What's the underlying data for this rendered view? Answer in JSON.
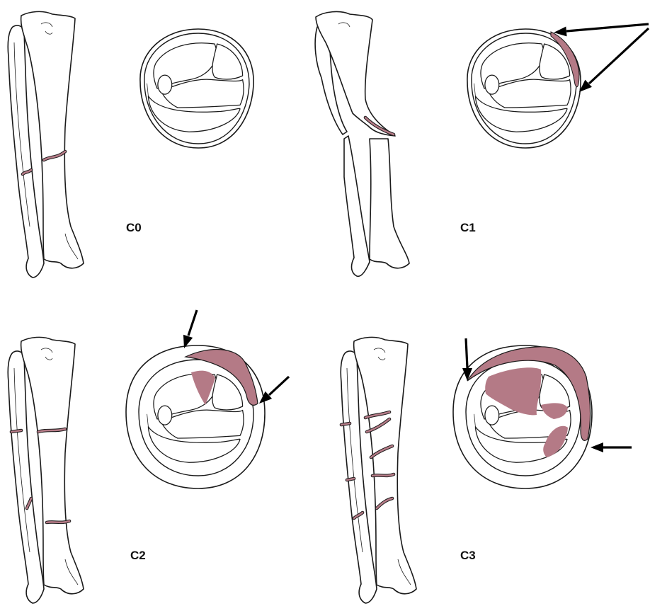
{
  "colors": {
    "injury": "#b47a86",
    "outline": "#1a1a1a",
    "background": "#ffffff"
  },
  "panels": [
    {
      "label": "C0"
    },
    {
      "label": "C1"
    },
    {
      "label": "C2"
    },
    {
      "label": "C3"
    }
  ]
}
